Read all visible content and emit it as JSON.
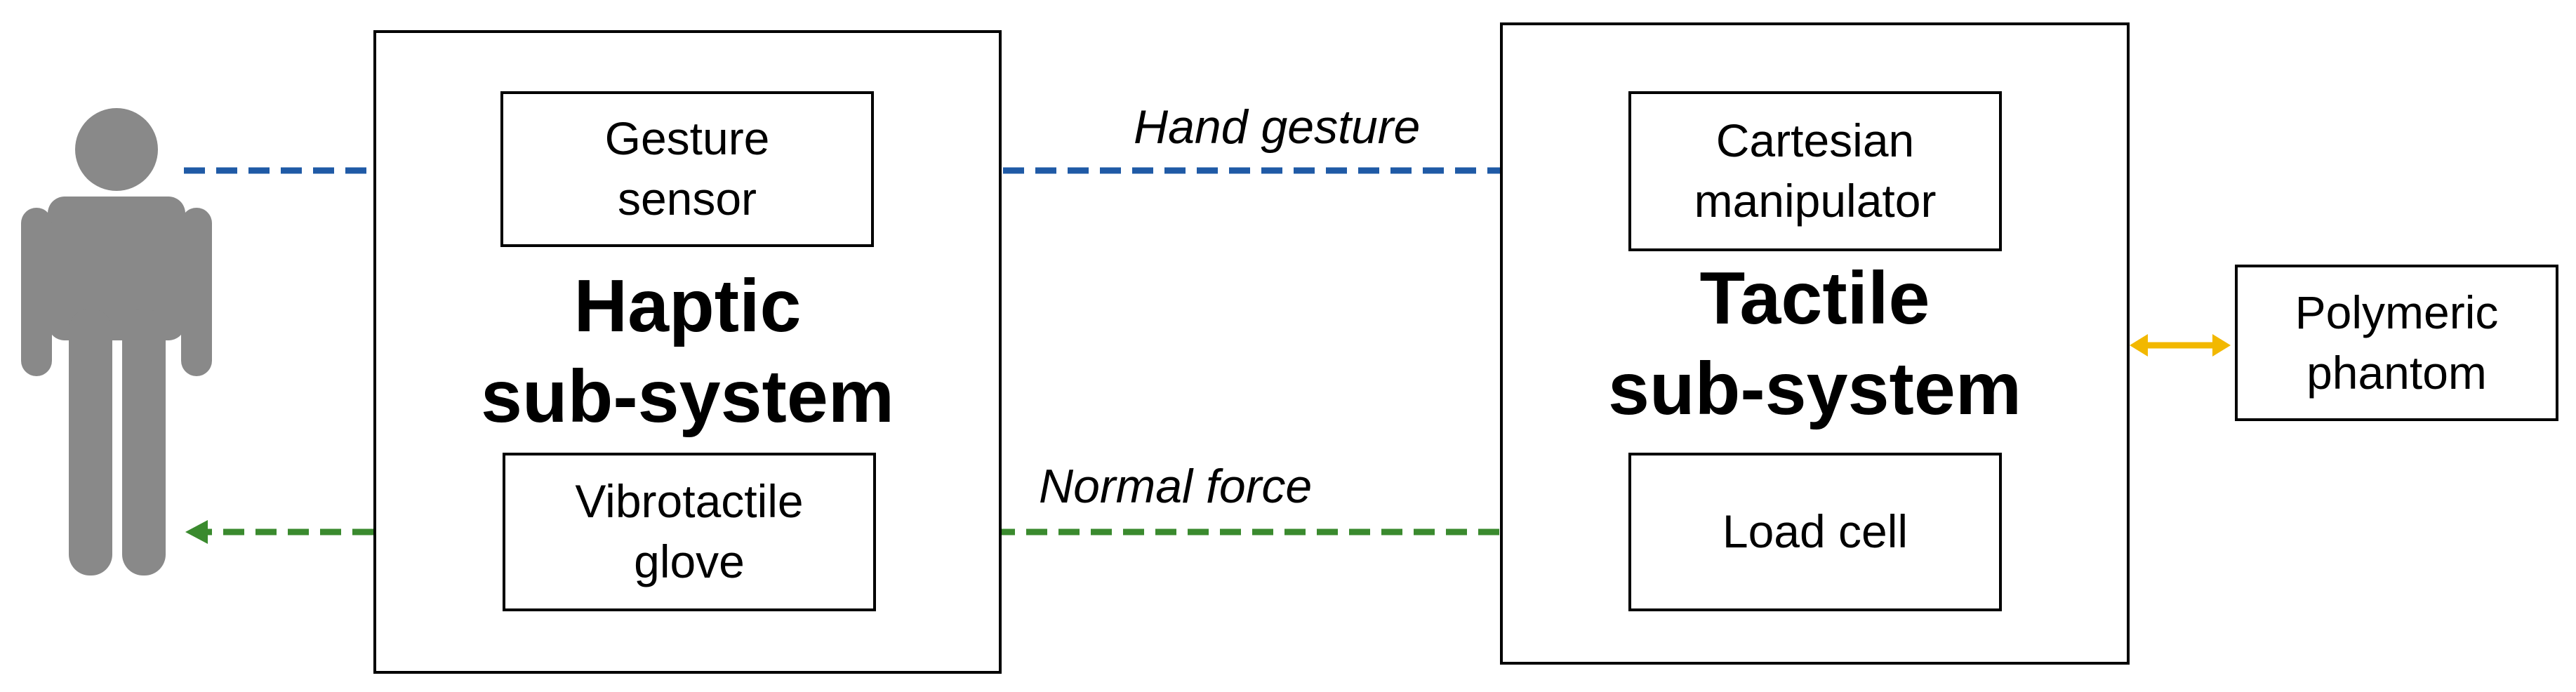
{
  "diagram": {
    "nodes": {
      "human": {
        "icon": "person-icon",
        "color": "#898989"
      },
      "haptic_subsystem": {
        "title_line1": "Haptic",
        "title_line2": "sub-system",
        "gesture_sensor": {
          "line1": "Gesture",
          "line2": "sensor"
        },
        "vibrotactile_glove": {
          "line1": "Vibrotactile",
          "line2": "glove"
        }
      },
      "tactile_subsystem": {
        "title_line1": "Tactile",
        "title_line2": "sub-system",
        "cartesian_manipulator": {
          "line1": "Cartesian",
          "line2": "manipulator"
        },
        "load_cell": {
          "line1": "Load cell"
        }
      },
      "polymeric_phantom": {
        "line1": "Polymeric",
        "line2": "phantom"
      }
    },
    "edges": {
      "hand_gesture": {
        "label": "Hand gesture",
        "color": "#1f5aa6",
        "style": "dashed"
      },
      "normal_force": {
        "label": "Normal force",
        "color": "#3a8a2e",
        "style": "dashed"
      },
      "phantom_contact": {
        "label": "",
        "color": "#f2b800",
        "style": "double-arrow"
      }
    }
  }
}
